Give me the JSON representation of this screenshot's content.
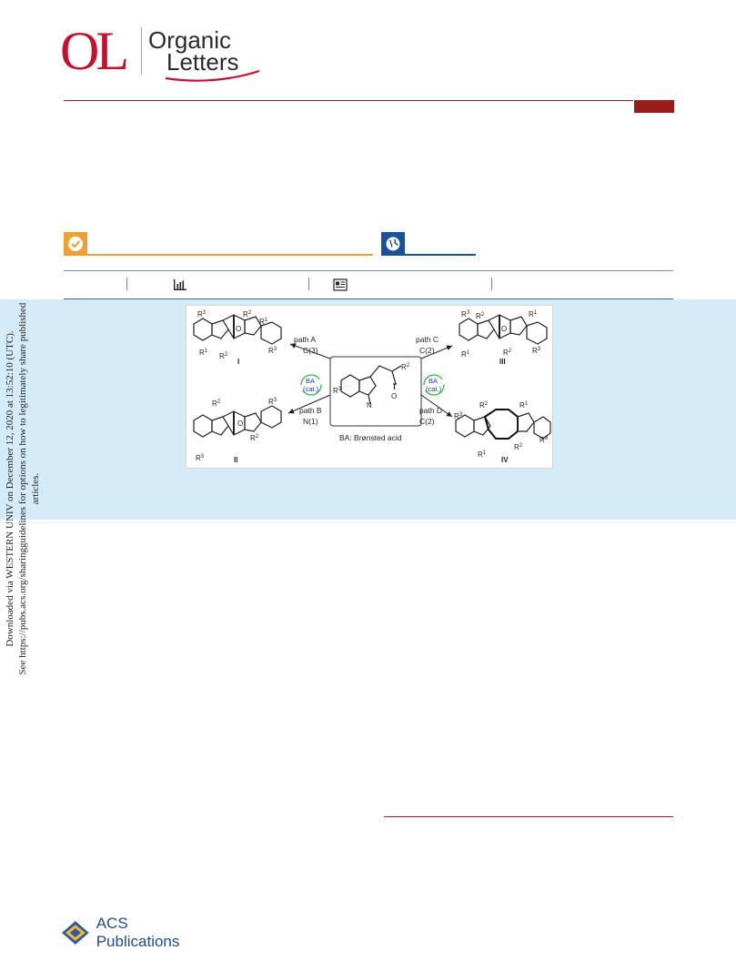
{
  "journal": {
    "logo_letters": "OL",
    "name_line1": "Organic",
    "name_line2": "Letters",
    "brand_color": "#c8102e"
  },
  "access": {
    "left_icon": "check-circle-icon",
    "left_color": "#f0a030",
    "right_icon": "globe-icon",
    "right_color": "#1c4f9c"
  },
  "metrics": {
    "icons": [
      "bar-chart-icon",
      "article-icon"
    ]
  },
  "toc": {
    "path_a": "path A",
    "path_a_site": "C(3)",
    "path_b": "path B",
    "path_b_site": "N(1)",
    "path_c": "path C",
    "path_c_site": "C(2)",
    "path_d": "path D",
    "path_d_site": "C(2)",
    "catalyst_line1": "BA",
    "catalyst_line2": "(cat.)",
    "legend": "BA: Brønsted acid",
    "products": [
      "I",
      "II",
      "III",
      "IV"
    ],
    "labels": {
      "r1": "R1",
      "r2": "R2",
      "r3": "R3"
    }
  },
  "sidebar_notice": {
    "line1": "Downloaded via WESTERN UNIV on December 12, 2020 at 13:52:10 (UTC).",
    "line2": "See https://pubs.acs.org/sharingguidelines for options on how to legitimately share published articles."
  },
  "publisher": {
    "name": "ACS Publications"
  }
}
